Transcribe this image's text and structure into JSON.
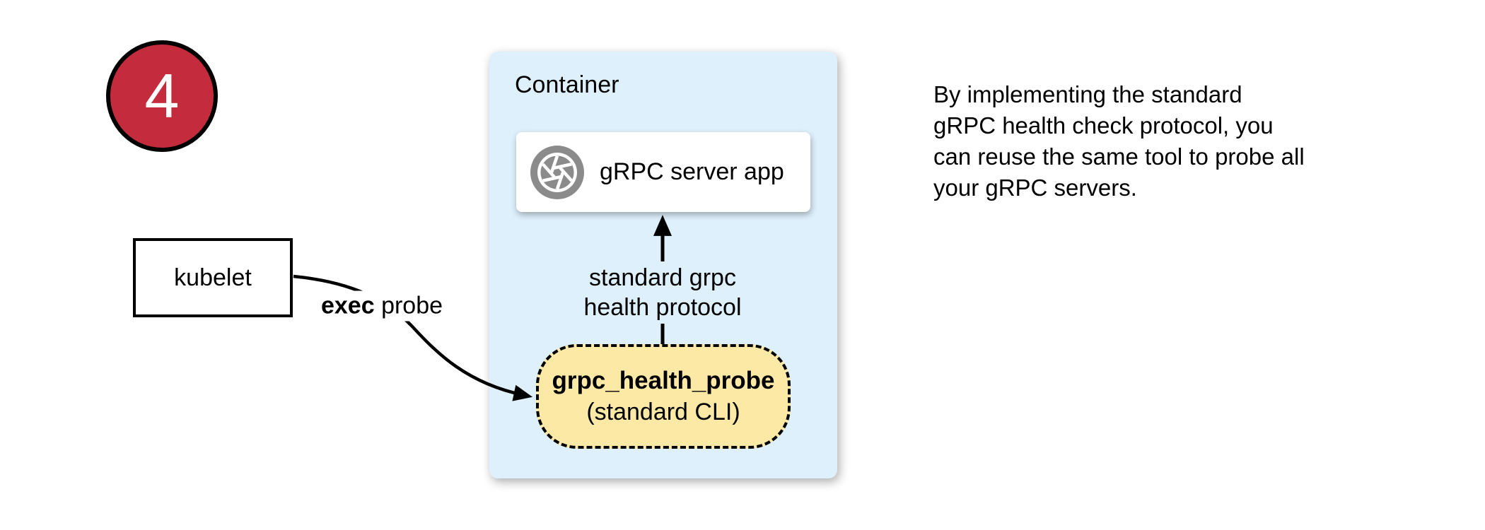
{
  "badge": {
    "number": "4"
  },
  "kubelet_box": {
    "label": "kubelet"
  },
  "exec_probe_label": {
    "bold": "exec",
    "rest": " probe"
  },
  "container_box": {
    "title": "Container",
    "server_box": {
      "label": "gRPC server app"
    },
    "probe_box": {
      "title": "grpc_health_probe",
      "subtitle": "(standard CLI)"
    },
    "protocol_label": {
      "lines": [
        "standard grpc",
        "health protocol"
      ]
    }
  },
  "note": {
    "lines": [
      "By implementing the standard",
      "gRPC health check protocol, you",
      "can reuse the same tool to probe all",
      "your gRPC servers."
    ]
  },
  "colors": {
    "badge_red": "#c42b3d",
    "container_blue": "#def0fc",
    "probe_yellow": "#fce9a6",
    "icon_gray": "#8b8b8b",
    "arrow_black": "#000000"
  }
}
